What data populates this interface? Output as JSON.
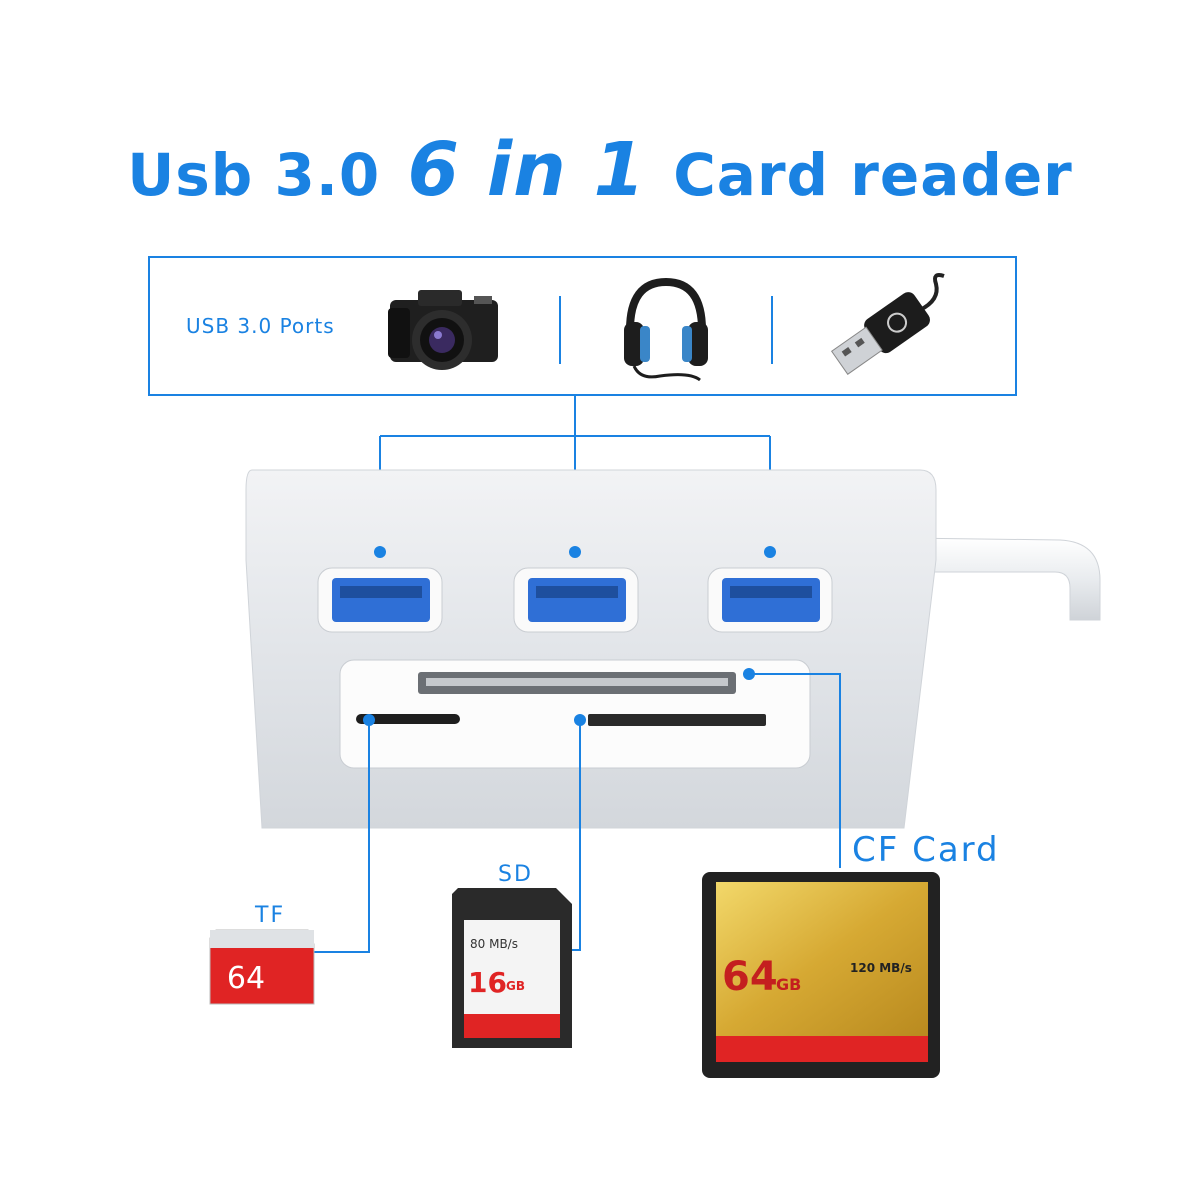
{
  "title": {
    "part1": "Usb 3.0",
    "part2": "6 in 1",
    "part3": "Card reader"
  },
  "ports_box": {
    "label": "USB 3.0 Ports",
    "icons": [
      "camera-icon",
      "headphones-icon",
      "usb-plug-icon"
    ]
  },
  "cards": {
    "tf": {
      "label": "TF",
      "capacity": "64"
    },
    "sd": {
      "label": "SD",
      "speed": "80 MB/s",
      "capacity_num": "16",
      "capacity_unit": "GB"
    },
    "cf": {
      "label": "CF Card",
      "capacity_num": "64",
      "capacity_unit": "GB",
      "speed": "120 MB/s"
    }
  },
  "colors": {
    "accent": "#1a82e2",
    "usb_port": "#2f6fd6",
    "hub_body": "#e3e6ea",
    "cf_gold": "#d9b03a",
    "card_red": "#e02424"
  }
}
